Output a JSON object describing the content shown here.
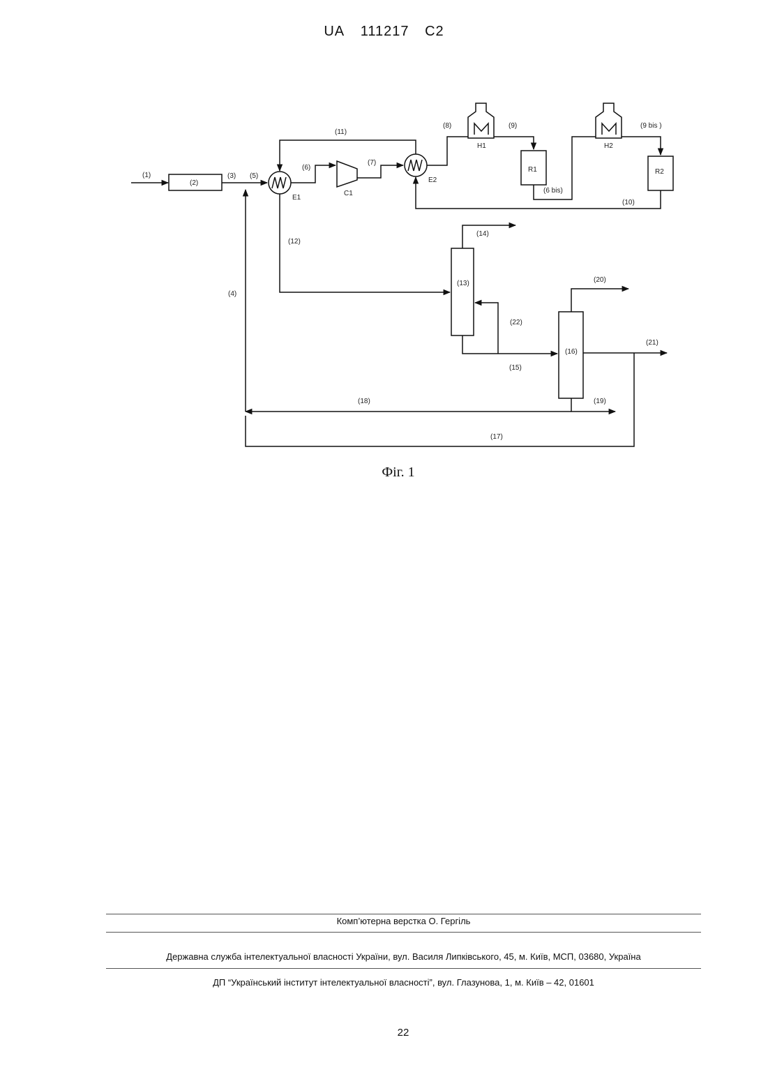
{
  "header": {
    "country": "UA",
    "number": "111217",
    "kind": "C2"
  },
  "diagram": {
    "streams": [
      "(1)",
      "(2)",
      "(3)",
      "(5)",
      "(6)",
      "(7)",
      "(8)",
      "(9)",
      "(11)",
      "(6 bis)",
      "(9 bis )",
      "(10)",
      "(12)",
      "(13)",
      "(14)",
      "(4)",
      "(20)",
      "(22)",
      "(16)",
      "(21)",
      "(15)",
      "(18)",
      "(19)",
      "(17)"
    ],
    "equipment": {
      "e1": "E1",
      "c1": "C1",
      "e2": "E2",
      "h1": "H1",
      "r1": "R1",
      "h2": "H2",
      "r2": "R2"
    }
  },
  "caption": "Фіг. 1",
  "footer": {
    "typesetting": "Комп’ютерна верстка О. Гергіль",
    "service": "Державна служба інтелектуальної власності України, вул. Василя Липківського, 45, м. Київ, МСП, 03680, Україна",
    "institute": "ДП “Український інститут інтелектуальної власності”, вул. Глазунова, 1, м. Київ – 42, 01601"
  },
  "page_number": "22"
}
